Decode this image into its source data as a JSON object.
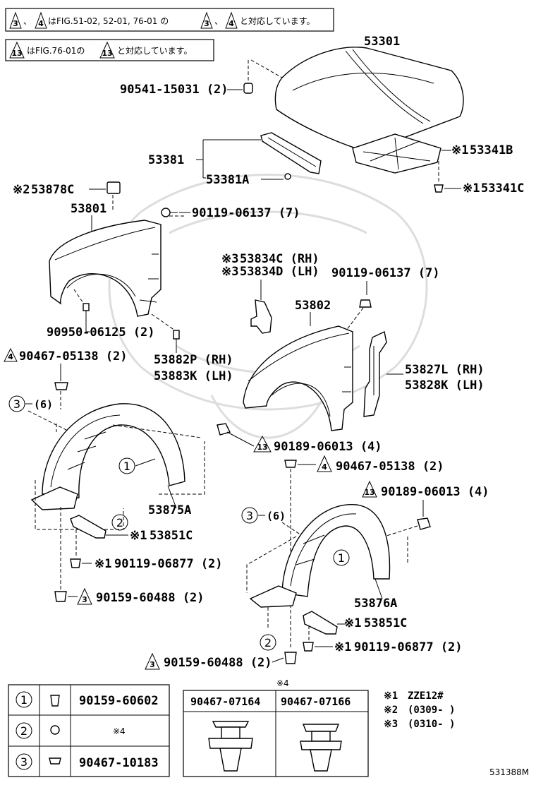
{
  "notes": {
    "note1": {
      "tri1": "3",
      "sep": "、",
      "tri2": "4",
      "text": "はFIG.51-02, 52-01, 76-01 の",
      "tri3": "3",
      "sep2": "、",
      "tri4": "4",
      "tail": "と対応しています。"
    },
    "note2": {
      "tri1": "13",
      "text": "はFIG.76-01の",
      "tri2": "13",
      "tail": "と対応しています。"
    }
  },
  "parts": {
    "p53301": "53301",
    "p90541": "90541-15031 (2)",
    "p53341B": "53341B",
    "p53341C": "53341C",
    "p53381": "53381",
    "p53381A": "53381A",
    "p53878C": "53878C",
    "p53801": "53801",
    "p90119a": "90119-06137 (7)",
    "p53834C": "53834C (RH)",
    "p53834D": "53834D (LH)",
    "p90119b": "90119-06137 (7)",
    "p53802": "53802",
    "p90950": "90950-06125 (2)",
    "p53882P": "53882P (RH)",
    "p53883K": "53883K (LH)",
    "p90467a": "90467-05138 (2)",
    "p53827L": "53827L (RH)",
    "p53828K": "53828K (LH)",
    "p6a": "(6)",
    "p90189a": "90189-06013 (4)",
    "p53875A": "53875A",
    "p90467b": "90467-05138 (2)",
    "p90189b": "90189-06013 (4)",
    "p53851Ca": "53851C",
    "p90119c": "90119-06877 (2)",
    "p6b": "(6)",
    "p90159a": "90159-60488 (2)",
    "p53876A": "53876A",
    "p53851Cb": "53851C",
    "p90119d": "90119-06877 (2)",
    "p90159b": "90159-60488 (2)"
  },
  "marks": {
    "star": "※",
    "star1": "※1",
    "star2": "※2",
    "star3": "※3",
    "tri3": "3",
    "tri4": "4",
    "tri13": "13",
    "c1": "1",
    "c2": "2",
    "c3": "3"
  },
  "legend_table": {
    "rows": [
      {
        "num": "1",
        "part": "90159-60602"
      },
      {
        "num": "2",
        "part": "※4"
      },
      {
        "num": "3",
        "part": "90467-10183"
      }
    ]
  },
  "clip_table": {
    "header": "※4",
    "cols": [
      "90467-07164",
      "90467-07166"
    ]
  },
  "footnotes": [
    {
      "mark": "※1",
      "text": "ZZE12#"
    },
    {
      "mark": "※2",
      "text": "(0309-          )"
    },
    {
      "mark": "※3",
      "text": "(0310-          )"
    }
  ],
  "figure_code": "531388M"
}
